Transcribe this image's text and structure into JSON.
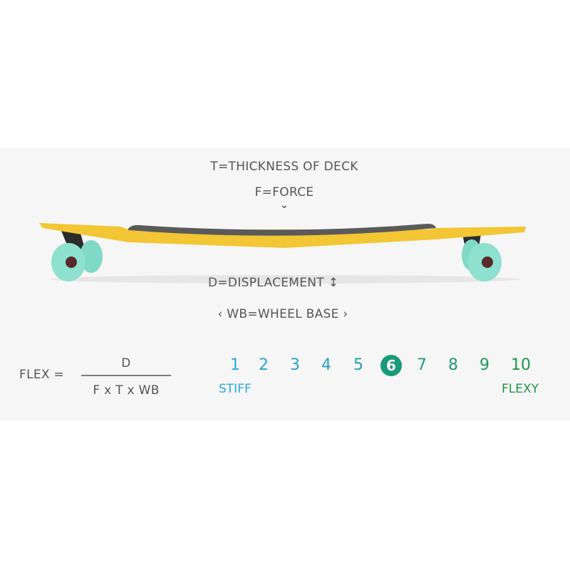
{
  "labels": {
    "thickness": "T=THICKNESS OF DECK",
    "force": "F=FORCE",
    "displacement": "D=DISPLACEMENT",
    "wheelbase": "WB=WHEEL BASE"
  },
  "formula": {
    "lhs": "FLEX =",
    "numerator": "D",
    "denominator": "F x T x WB"
  },
  "scale": {
    "values": [
      "1",
      "2",
      "3",
      "4",
      "5",
      "6",
      "7",
      "8",
      "9",
      "10"
    ],
    "selected": "6",
    "min_label": "STIFF",
    "max_label": "FLEXY",
    "colors": [
      "#29a9e1",
      "#27a6d8",
      "#25a4cc",
      "#23a2bf",
      "#21a0b0",
      "#1a9a7a",
      "#1f9c88",
      "#1e9a70",
      "#1e985c",
      "#1f9645"
    ]
  }
}
